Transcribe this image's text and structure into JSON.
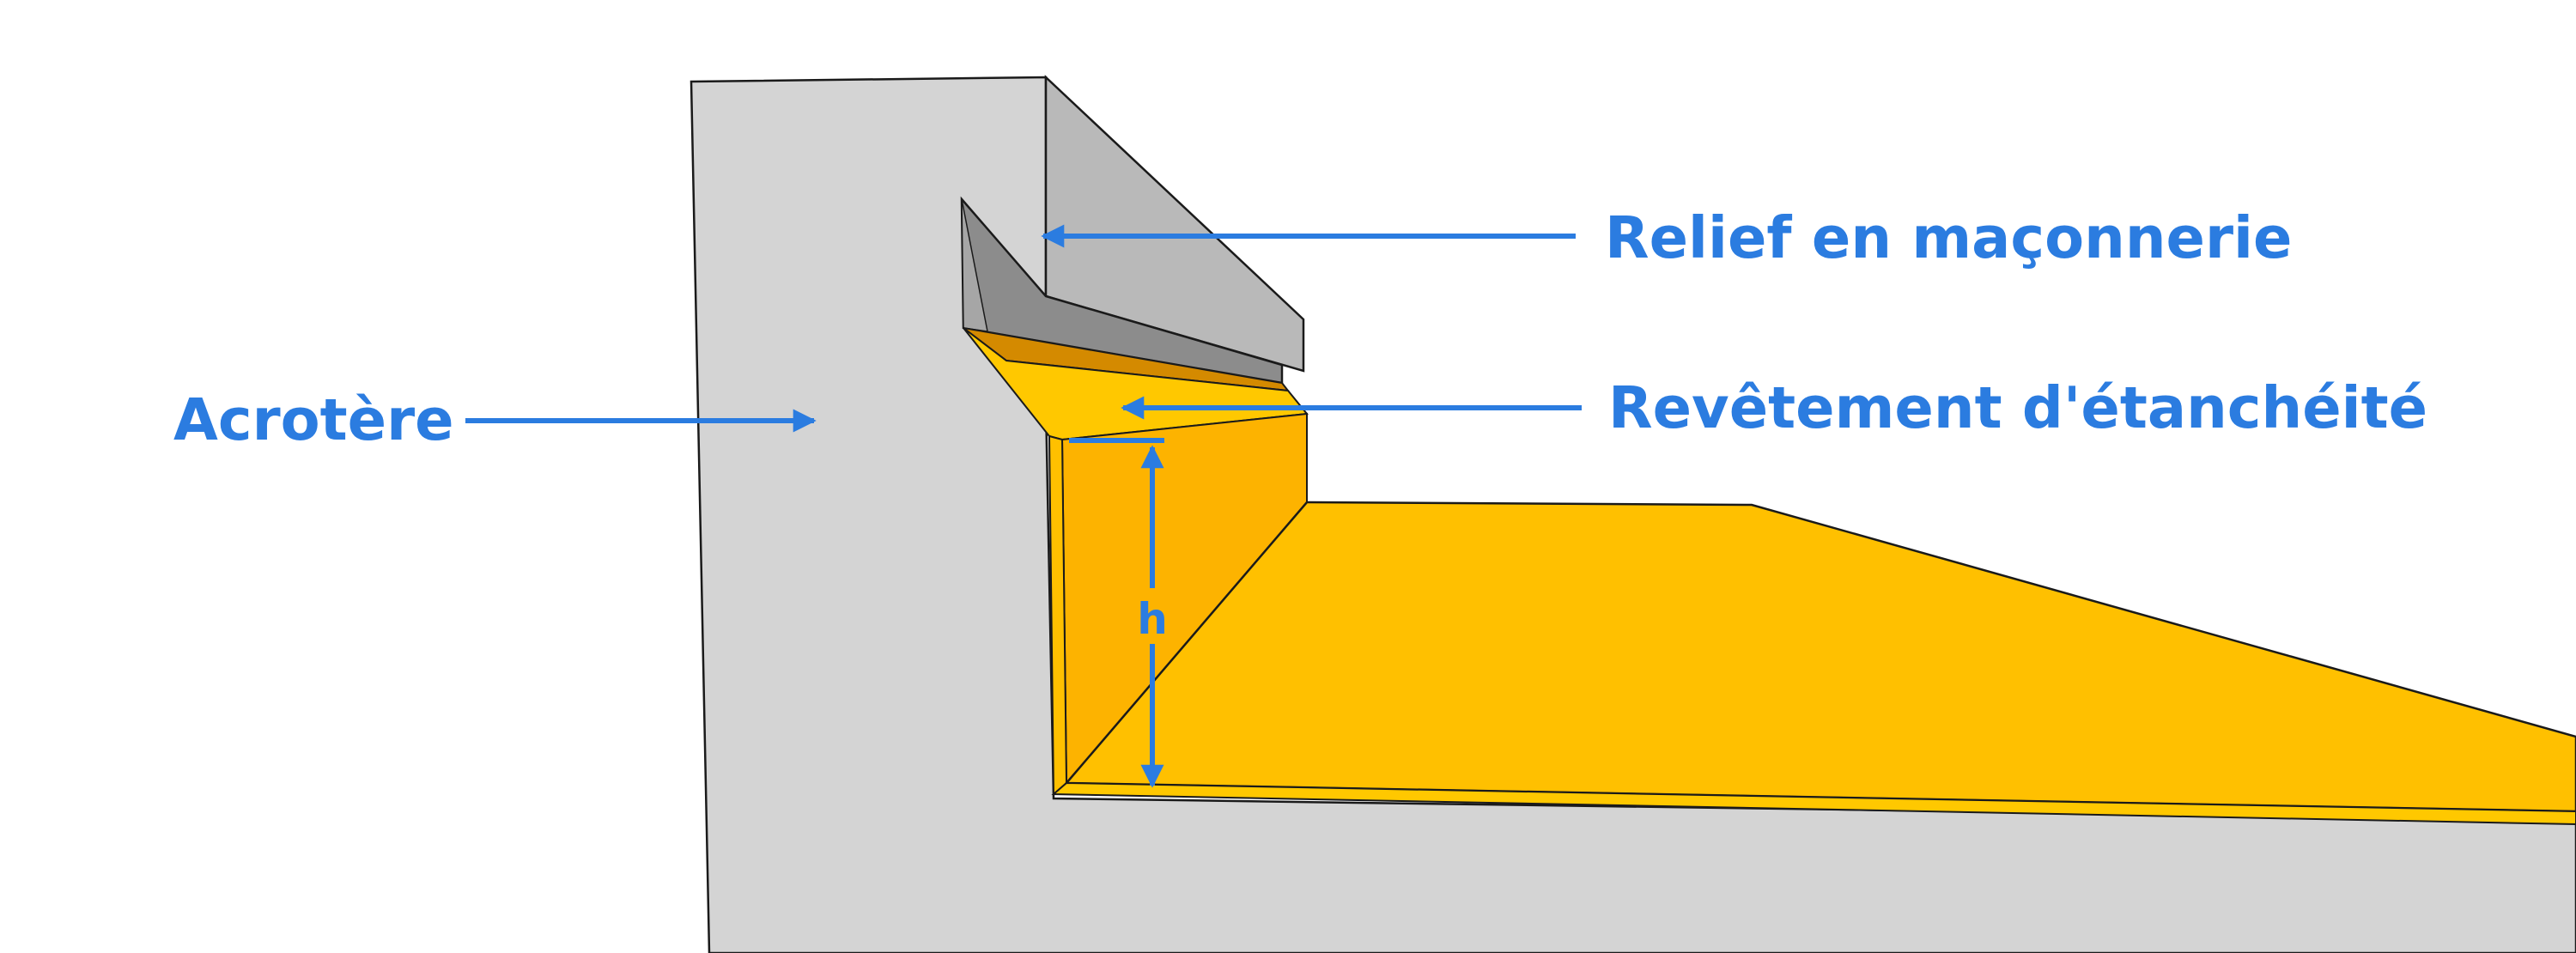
{
  "labels": {
    "parapet": "Acrotère",
    "masonry_relief": "Relief en maçonnerie",
    "waterproofing": "Revêtement d'étanchéité",
    "height": "h"
  },
  "colors": {
    "background": "#ffffff",
    "concrete": "#d4d4d4",
    "masonry_light": "#b9b9b9",
    "masonry_dark": "#8c8c8c",
    "membrane": "#ffc000",
    "membrane_dark": "#d48a00",
    "membrane_mid": "#fdb300",
    "annotation": "#2b7ce0",
    "outline": "#1a1a1a"
  }
}
